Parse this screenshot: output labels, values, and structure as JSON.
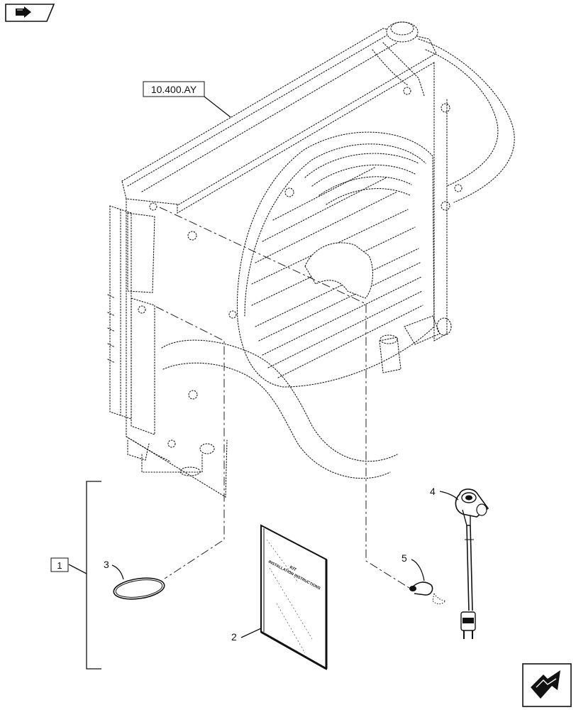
{
  "nav": {
    "top_icon": "back-arrow-icon",
    "bottom_icon": "forward-arrow-icon"
  },
  "refs": {
    "assembly_ref": "10.400.AY"
  },
  "callouts": {
    "kit": "1",
    "manual": "2",
    "seal_ring": "3",
    "heater": "4",
    "clip": "5"
  },
  "book": {
    "cover_line1": "KIT",
    "cover_line2": "INSTALLATION INSTRUCTIONS"
  },
  "colors": {
    "line": "#1a1a1a",
    "background": "#ffffff"
  }
}
